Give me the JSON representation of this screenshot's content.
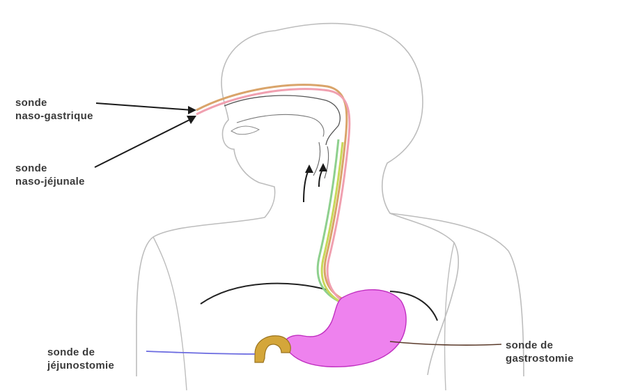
{
  "labels": {
    "naso_gastric": {
      "line1": "sonde",
      "line2": "naso-gastrique"
    },
    "naso_jejunal": {
      "line1": "sonde",
      "line2": "naso-jéjunale"
    },
    "jejunostomy": {
      "line1": "sonde de",
      "line2": "jéjunostomie"
    },
    "gastrostomy": {
      "line1": "sonde de",
      "line2": "gastrostomie"
    }
  },
  "colors": {
    "outline": "#bdbdbd",
    "stomach": "#ee82ee",
    "stomach_edge": "#c030c0",
    "jejunum": "#d4a63a",
    "tube_gastric": "#d9a46a",
    "tube_jejunal": "#c8d85a",
    "tube_pink": "#f0a0b0",
    "tube_green": "#8ed08e",
    "tube_blue": "#6a6ae0",
    "arrow": "#1a1a1a"
  }
}
